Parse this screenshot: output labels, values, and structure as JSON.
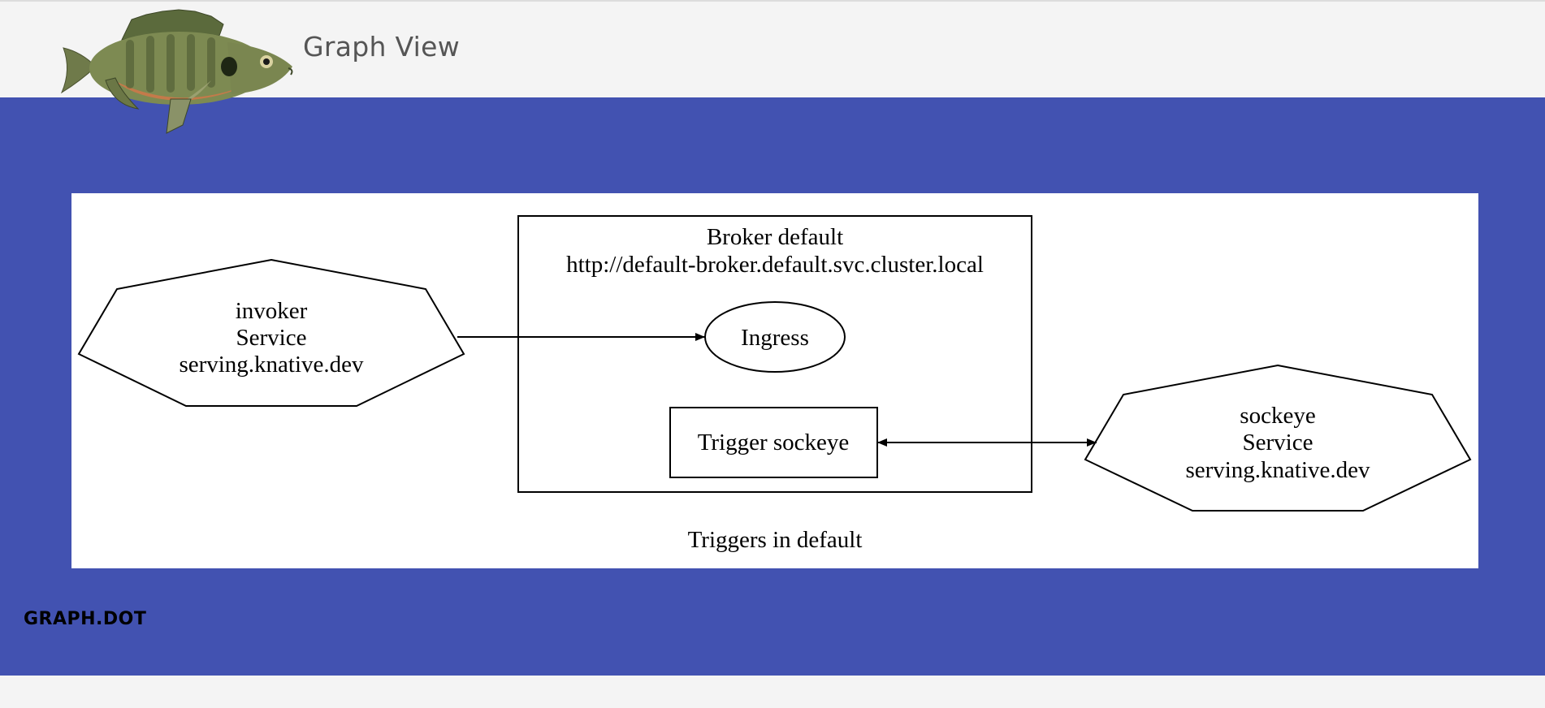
{
  "header": {
    "title": "Graph View"
  },
  "logo": {
    "icon": "bluegill-fish-icon"
  },
  "graph": {
    "cluster_label": "Triggers in default",
    "broker": {
      "label_line1": "Broker default",
      "label_line2": "http://default-broker.default.svc.cluster.local"
    },
    "ingress_label": "Ingress",
    "trigger_label": "Trigger sockeye",
    "invoker": {
      "line1": "invoker",
      "line2": "Service",
      "line3": "serving.knative.dev"
    },
    "sockeye": {
      "line1": "sockeye",
      "line2": "Service",
      "line3": "serving.knative.dev"
    }
  },
  "footer": {
    "file_label": "GRAPH.DOT"
  },
  "colors": {
    "panel_blue": "#4252b1",
    "header_bg": "#f4f4f4"
  }
}
